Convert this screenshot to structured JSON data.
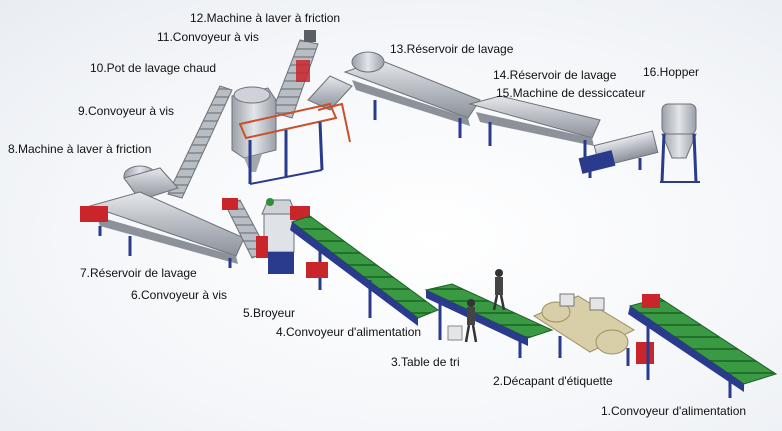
{
  "labels": {
    "l1": "1.Convoyeur d'alimentation",
    "l2": "2.Décapant d'étiquette",
    "l3": "3.Table de tri",
    "l4": "4.Convoyeur d'alimentation",
    "l5": "5.Broyeur",
    "l6": "6.Convoyeur à vis",
    "l7": "7.Réservoir de lavage",
    "l8": "8.Machine à laver à friction",
    "l9": "9.Convoyeur à vis",
    "l10": "10.Pot de lavage chaud",
    "l11": "11.Convoyeur à vis",
    "l12": "12.Machine à laver à friction",
    "l13": "13.Réservoir de lavage",
    "l14": "14.Réservoir de lavage",
    "l15": "15.Machine de dessiccateur",
    "l16": "16.Hopper"
  },
  "colors": {
    "frame": "#2a3a8c",
    "tank": "#b9bcc3",
    "belt": "#2f8f3a",
    "motor_red": "#c8262b",
    "rail_orange": "#c8502a",
    "roller": "#d8cfa8"
  }
}
